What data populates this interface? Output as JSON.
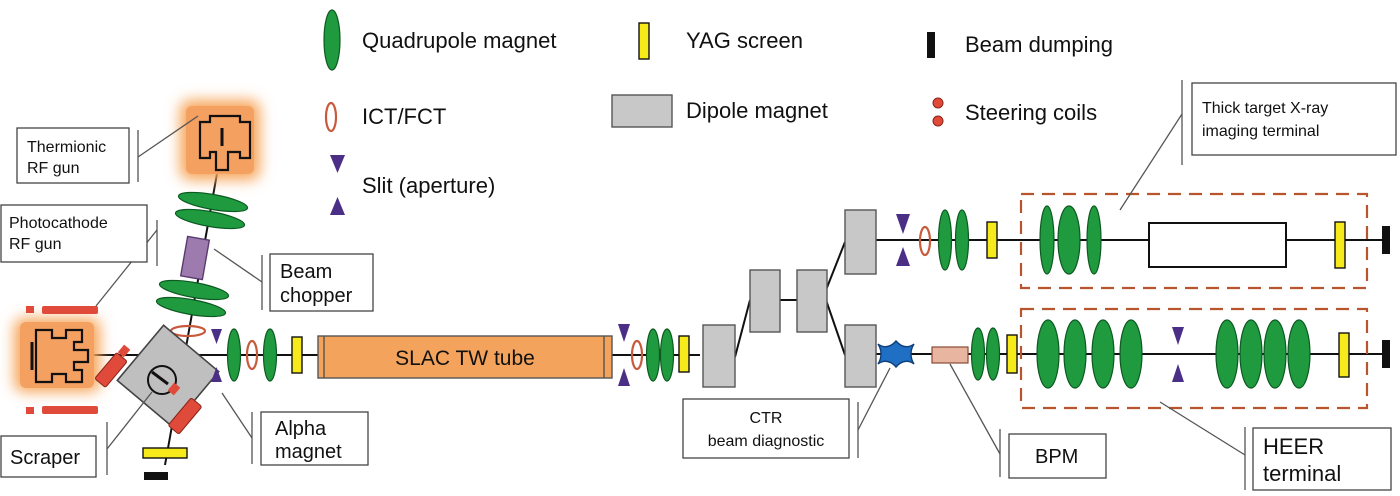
{
  "legend": {
    "quadrupole": "Quadrupole magnet",
    "yag": "YAG screen",
    "dump": "Beam dumping",
    "ict": "ICT/FCT",
    "dipole": "Dipole magnet",
    "steering": "Steering coils",
    "slit": "Slit (aperture)"
  },
  "labels": {
    "thermionic_1": "Thermionic",
    "thermionic_2": "RF gun",
    "photocathode_1": "Photocathode",
    "photocathode_2": "RF gun",
    "chopper_1": "Beam",
    "chopper_2": "chopper",
    "alpha_1": "Alpha",
    "alpha_2": "magnet",
    "scraper": "Scraper",
    "slac": "SLAC TW tube",
    "ctr_1": "CTR",
    "ctr_2": "beam diagnostic",
    "bpm": "BPM",
    "thick_1": "Thick target X-ray",
    "thick_2": "imaging terminal",
    "heer_1": "HEER",
    "heer_2": "terminal"
  },
  "colors": {
    "quadrupole": "#1f9a3e",
    "yag": "#f6ea1a",
    "dipole": "#c8c8c8",
    "slit": "#4b2f86",
    "ict": "#c85a3c",
    "gun_glow": "#f6a55a",
    "linac": "#f3a35b",
    "terminal_outline": "#b8542e"
  }
}
